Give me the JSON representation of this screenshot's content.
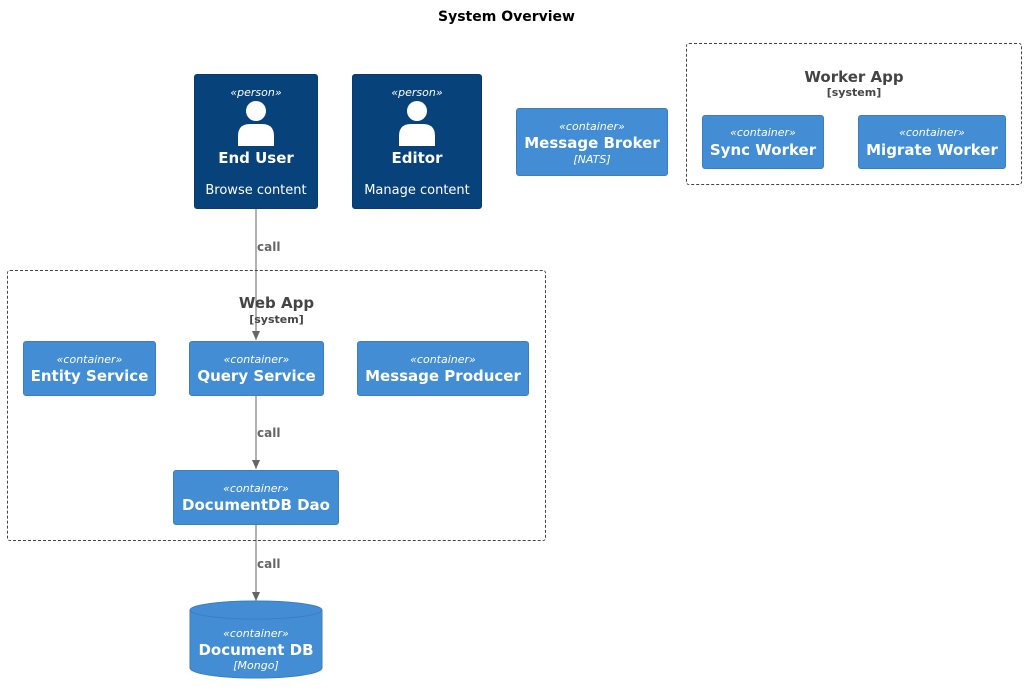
{
  "title": "System Overview",
  "people": [
    {
      "stereotype": "«person»",
      "label": "End User",
      "description": "Browse content"
    },
    {
      "stereotype": "«person»",
      "label": "Editor",
      "description": "Manage content"
    }
  ],
  "message_broker": {
    "stereotype": "«container»",
    "label": "Message Broker",
    "technology": "[NATS]"
  },
  "worker_app": {
    "title": "Worker App",
    "type": "[system]",
    "containers": [
      {
        "stereotype": "«container»",
        "label": "Sync Worker"
      },
      {
        "stereotype": "«container»",
        "label": "Migrate Worker"
      }
    ]
  },
  "web_app": {
    "title": "Web App",
    "type": "[system]",
    "containers": [
      {
        "stereotype": "«container»",
        "label": "Entity Service"
      },
      {
        "stereotype": "«container»",
        "label": "Query Service"
      },
      {
        "stereotype": "«container»",
        "label": "Message Producer"
      },
      {
        "stereotype": "«container»",
        "label": "DocumentDB Dao"
      }
    ]
  },
  "document_db": {
    "stereotype": "«container»",
    "label": "Document DB",
    "technology": "[Mongo]"
  },
  "edges": [
    {
      "label": "call"
    },
    {
      "label": "call"
    },
    {
      "label": "call"
    }
  ],
  "colors": {
    "person": "#08427b",
    "container": "#438dd5",
    "edge": "#666666",
    "boundary": "#444444"
  }
}
